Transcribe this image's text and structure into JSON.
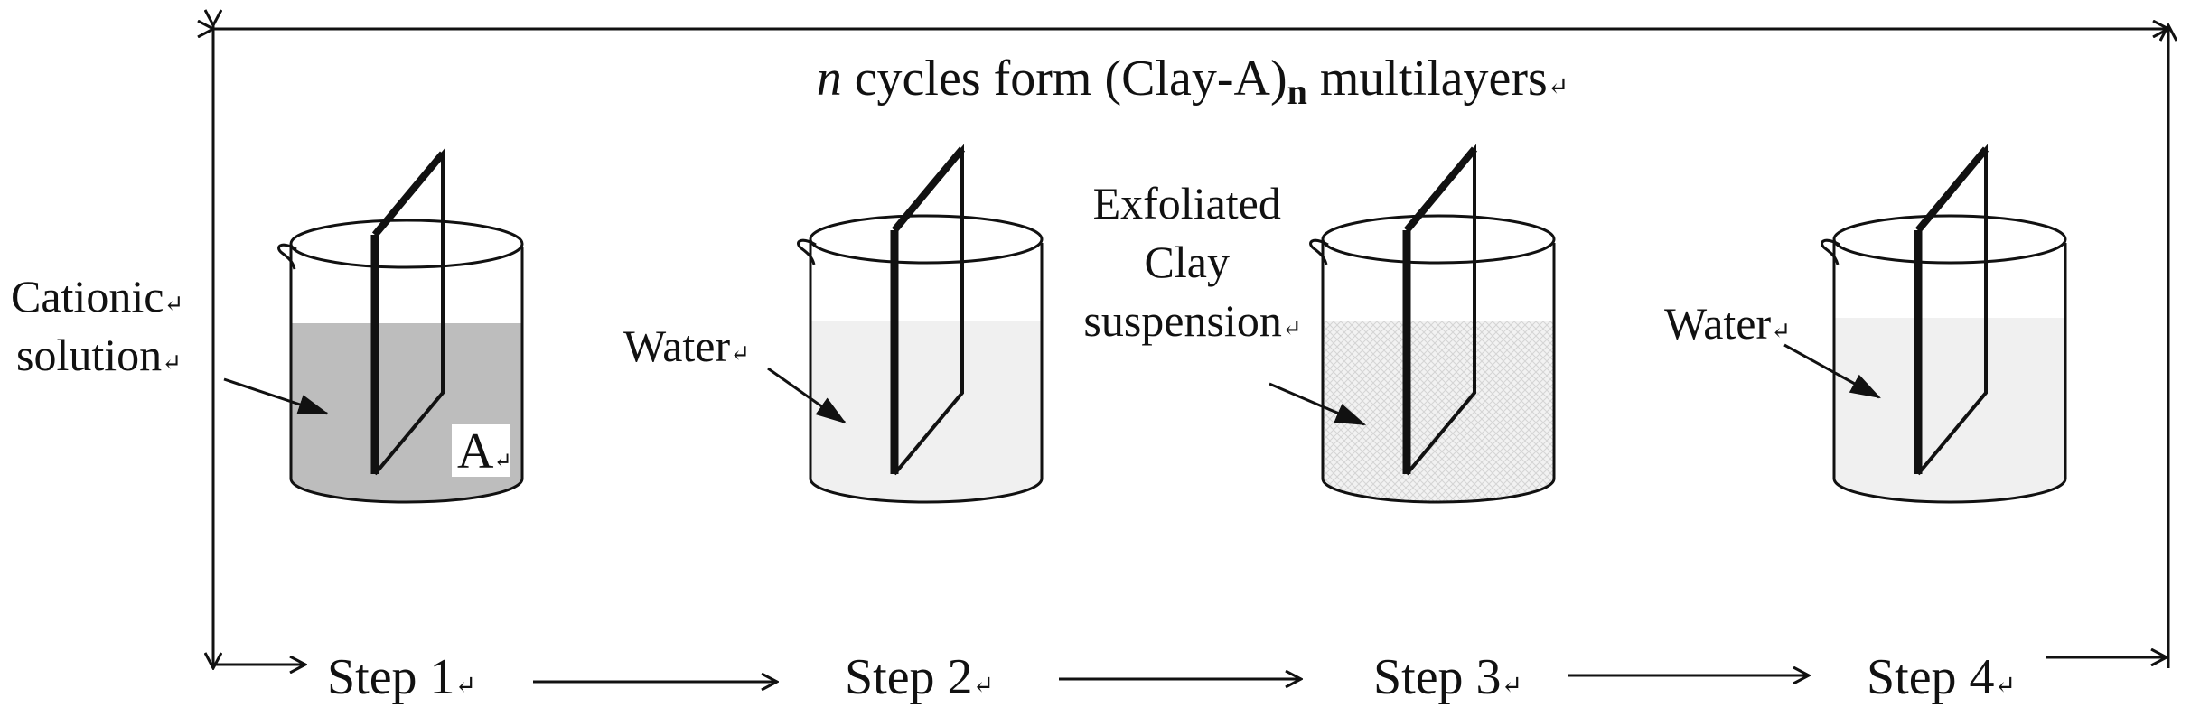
{
  "title": {
    "n": "n",
    "text_before": " cycles form (Clay-A)",
    "subscript": "n",
    "text_after": " multilayers",
    "mark": "↵"
  },
  "steps": [
    {
      "label": "Step 1",
      "mark": "↵"
    },
    {
      "label": "Step 2",
      "mark": "↵"
    },
    {
      "label": "Step 3",
      "mark": "↵"
    },
    {
      "label": "Step 4",
      "mark": "↵"
    }
  ],
  "beakers": [
    {
      "label_lines": [
        "Cationic",
        "solution"
      ],
      "line_marks": [
        "↵",
        "↵"
      ],
      "substrate_label": "A",
      "substrate_mark": "↵",
      "fill": "#bdbdbd",
      "pattern": "none"
    },
    {
      "label_lines": [
        "Water"
      ],
      "line_marks": [
        "↵"
      ],
      "fill": "#f0f0f0",
      "pattern": "none"
    },
    {
      "label_lines": [
        "Exfoliated",
        "Clay",
        "suspension"
      ],
      "line_marks": [
        "",
        "",
        "↵"
      ],
      "fill": "#f0f0f0",
      "pattern": "crosshatch"
    },
    {
      "label_lines": [
        "Water"
      ],
      "line_marks": [
        "↵"
      ],
      "fill": "#f0f0f0",
      "pattern": "none"
    }
  ]
}
